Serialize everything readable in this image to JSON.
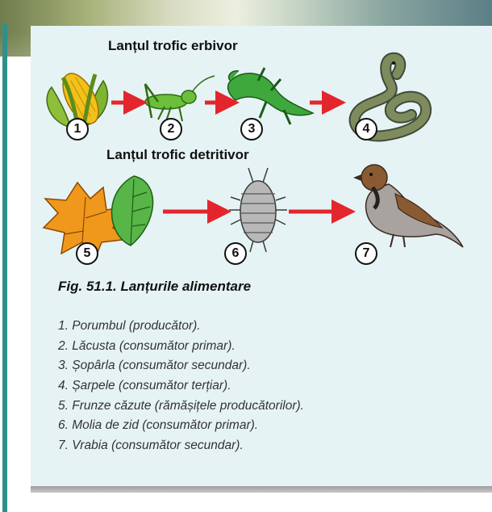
{
  "chain_titles": {
    "herbivore": "Lanțul trofic erbivor",
    "detritivore": "Lanțul trofic detritivor"
  },
  "organisms": [
    {
      "number": "1",
      "icon": "corn-icon"
    },
    {
      "number": "2",
      "icon": "grasshopper-icon"
    },
    {
      "number": "3",
      "icon": "lizard-icon"
    },
    {
      "number": "4",
      "icon": "snake-icon"
    },
    {
      "number": "5",
      "icon": "leaves-icon"
    },
    {
      "number": "6",
      "icon": "woodlouse-icon"
    },
    {
      "number": "7",
      "icon": "sparrow-icon"
    }
  ],
  "caption": "Fig. 51.1. Lanțurile alimentare",
  "legend": [
    "1. Porumbul (producător).",
    "2. Lăcusta (consumător primar).",
    "3. Șopârla (consumător secundar).",
    "4. Șarpele (consumător terțiar).",
    "5. Frunze căzute (rămășițele producătorilor).",
    "6. Molia de zid (consumător primar).",
    "7. Vrabia (consumător secundar)."
  ],
  "colors": {
    "arrow": "#e3262d",
    "panel": "#e6f3f4",
    "accent_bar": "#2f8f8c"
  }
}
